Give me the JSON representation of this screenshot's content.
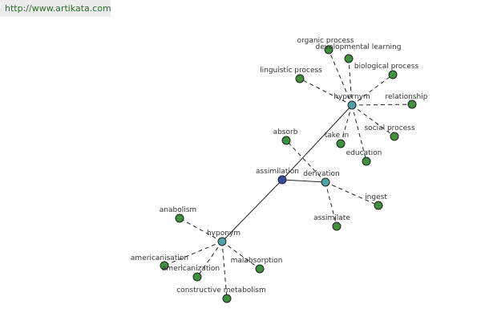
{
  "site_url": "http://www.artikata.com",
  "colors": {
    "center": "#3b4aa0",
    "hub": "#4fa3a8",
    "leaf": "#3f8f3f"
  },
  "graph": {
    "center": "assimilation",
    "hubs": [
      "hypernym",
      "derivation",
      "hyponym"
    ],
    "hypernym_terms": [
      "organic process",
      "developmental learning",
      "biological process",
      "linguistic process",
      "relationship",
      "social process",
      "education",
      "take in"
    ],
    "derivation_terms": [
      "absorb",
      "ingest",
      "assimilate"
    ],
    "hyponym_terms": [
      "anabolism",
      "americanisation",
      "americanization",
      "malabsorption",
      "constructive metabolism"
    ]
  }
}
